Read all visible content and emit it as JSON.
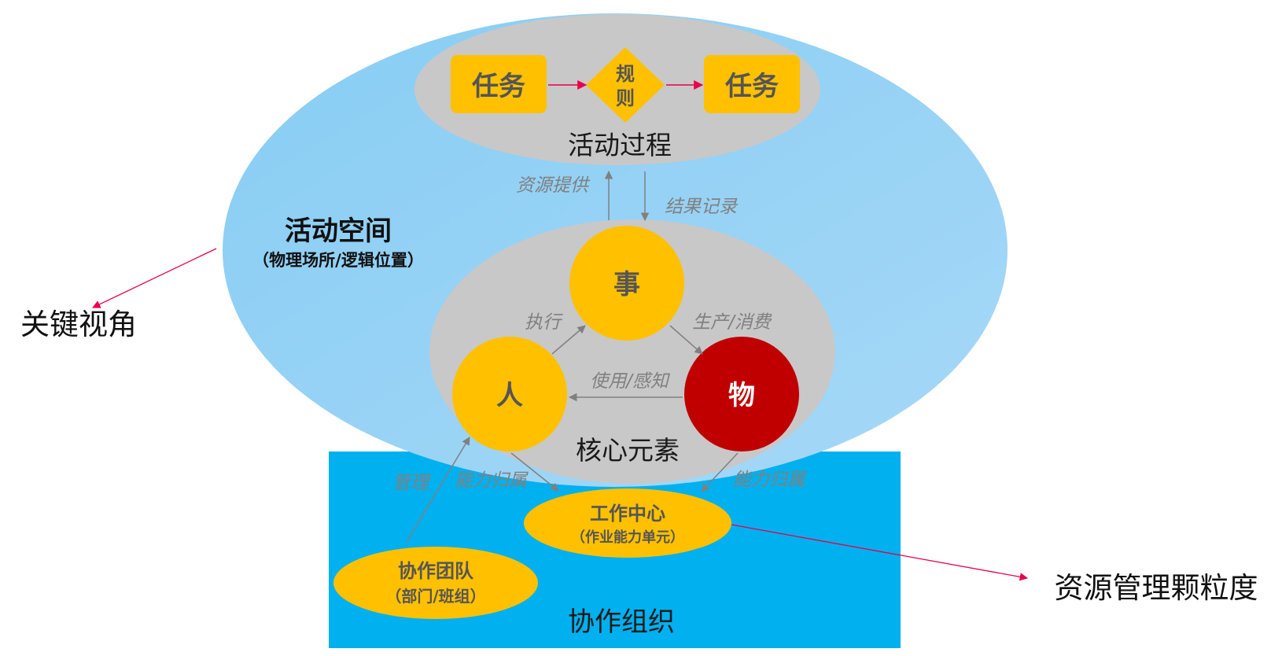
{
  "colors": {
    "space_light": "#a7d8f6",
    "space_dark": "#87cdf4",
    "collab_blue": "#00b0ef",
    "gray_ellipse": "#c8c8c8",
    "yellow": "#ffc000",
    "red": "#c00000",
    "arrow_gray": "#808080",
    "arrow_red": "#e8004c",
    "label_gray": "#808080",
    "text_dark": "#1a1a1a",
    "text_box": "#555555"
  },
  "activity_space": {
    "title": "活动空间",
    "subtitle": "（物理场所/逻辑位置）"
  },
  "activity_process": {
    "label": "活动过程",
    "task_left": "任务",
    "rule_line1": "规",
    "rule_line2": "则",
    "task_right": "任务"
  },
  "flows": {
    "resource_supply": "资源提供",
    "result_record": "结果记录",
    "execute": "执行",
    "produce_consume": "生产/消费",
    "use_perceive": "使用/感知",
    "manage": "管理",
    "capability_left": "能力归属",
    "capability_right": "能力归属"
  },
  "core_elements": {
    "label": "核心元素",
    "thing": "事",
    "person": "人",
    "object": "物"
  },
  "collaboration": {
    "label": "协作组织",
    "work_center": "工作中心",
    "work_center_sub": "（作业能力单元）",
    "team": "协作团队",
    "team_sub": "（部门/班组）"
  },
  "callouts": {
    "key_perspective": "关键视角",
    "granularity": "资源管理颗粒度"
  }
}
